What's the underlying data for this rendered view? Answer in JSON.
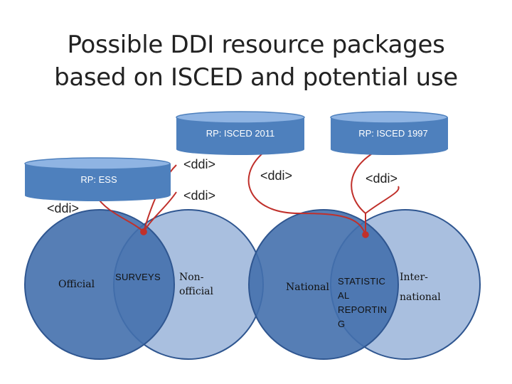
{
  "title": {
    "line1": "Possible DDI resource packages",
    "line2": "based on ISCED and potential use"
  },
  "packages": {
    "isced2011": "RP: ISCED 2011",
    "isced1997": "RP: ISCED 1997",
    "ess": "RP: ESS"
  },
  "ddi_label": "<ddi>",
  "venn_left": {
    "left": "Official",
    "middle": "SURVEYS",
    "right_line1": "Non-",
    "right_line2": "official"
  },
  "venn_right": {
    "left": "National",
    "middle_lines": [
      "STATISTIC",
      "AL",
      "REPORTIN",
      "G"
    ],
    "right_line1": "Inter-",
    "right_line2": "national"
  },
  "colors": {
    "cylinder": "#4e80bd",
    "cylinder_top": "#8fb4e3",
    "circle_dark": "#4470ad",
    "circle_light": "#a9bfdf",
    "arrow": "#c0302b"
  }
}
